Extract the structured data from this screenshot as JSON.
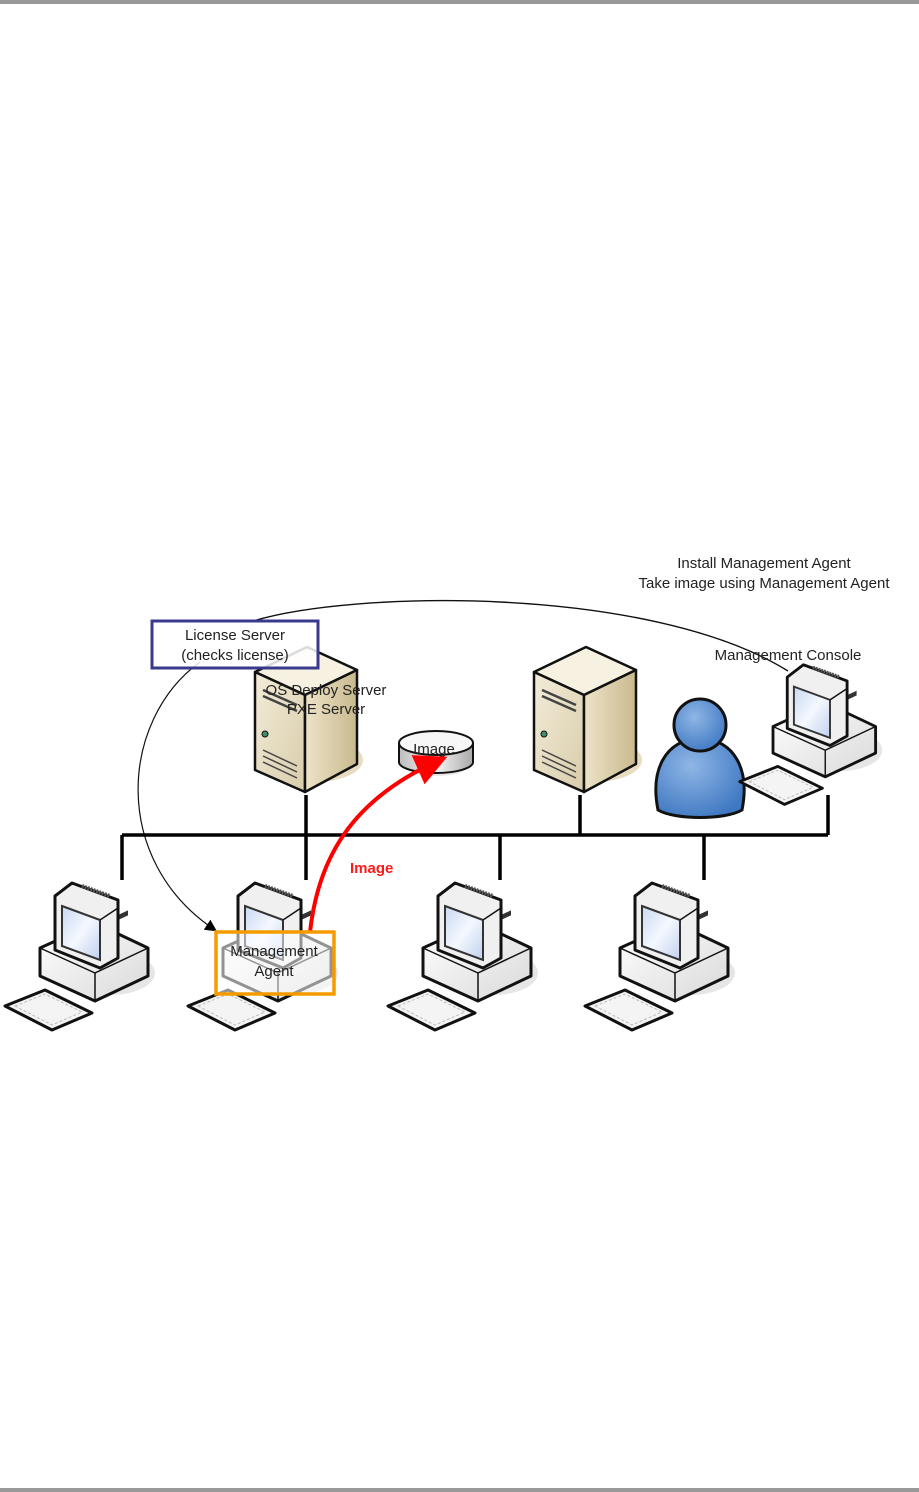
{
  "diagram": {
    "caption_top": {
      "line1": "Install Management Agent",
      "line2": "Take image using Management Agent"
    },
    "license_server": {
      "line1": "License Server",
      "line2": "(checks license)",
      "border_color": "#3a3a8c"
    },
    "os_deploy_server": {
      "line1": "OS Deploy Server",
      "line2": "PXE Server"
    },
    "image_store": {
      "label": "Image"
    },
    "management_console": {
      "label": "Management Console"
    },
    "management_agent": {
      "line1": "Management",
      "line2": "Agent",
      "border_color": "#f59b00"
    },
    "image_flow": {
      "label": "Image",
      "color": "#ff0000"
    },
    "nodes": [
      {
        "type": "client-pc",
        "label": ""
      },
      {
        "type": "client-pc",
        "label": "Management Agent"
      },
      {
        "type": "client-pc",
        "label": ""
      },
      {
        "type": "client-pc",
        "label": ""
      },
      {
        "type": "server",
        "label": "OS Deploy Server / PXE Server"
      },
      {
        "type": "server",
        "label": ""
      },
      {
        "type": "user",
        "label": ""
      },
      {
        "type": "console-pc",
        "label": "Management Console"
      },
      {
        "type": "database",
        "label": "Image"
      }
    ]
  }
}
